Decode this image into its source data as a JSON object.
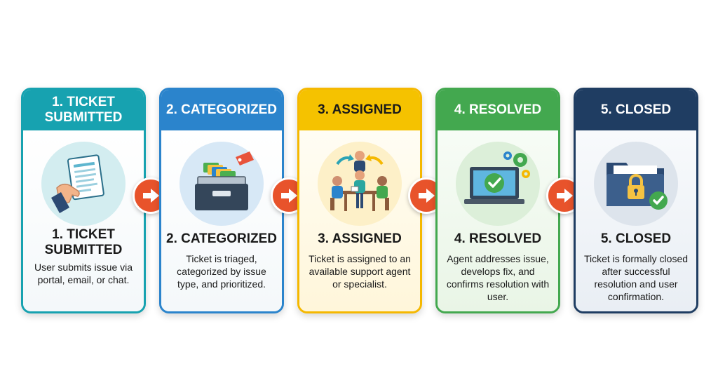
{
  "colors": {
    "step1": "#17a2b0",
    "step2": "#2b84cc",
    "step3": "#f5b800",
    "step4": "#43a84f",
    "step5": "#1f3d62",
    "arrow": "#e8532b"
  },
  "steps": [
    {
      "header": "1. TICKET SUBMITTED",
      "title": "1. TICKET SUBMITTED",
      "description": "User submits issue via portal, email, or chat.",
      "icon": "document-hand-icon"
    },
    {
      "header": "2. CATEGORIZED",
      "title": "2. CATEGORIZED",
      "description": "Ticket is triaged, categorized by issue type, and prioritized.",
      "icon": "file-drawer-icon"
    },
    {
      "header": "3. ASSIGNED",
      "title": "3. ASSIGNED",
      "description": "Ticket is assigned to an available support agent or specialist.",
      "icon": "team-meeting-icon"
    },
    {
      "header": "4. RESOLVED",
      "title": "4. RESOLVED",
      "description": "Agent addresses issue, develops fix, and confirms resolution with user.",
      "icon": "laptop-check-icon"
    },
    {
      "header": "5. CLOSED",
      "title": "5. CLOSED",
      "description": "Ticket is formally closed after successful resolution and user confirmation.",
      "icon": "locked-folder-icon"
    }
  ],
  "connector_icon": "arrow-right-icon"
}
